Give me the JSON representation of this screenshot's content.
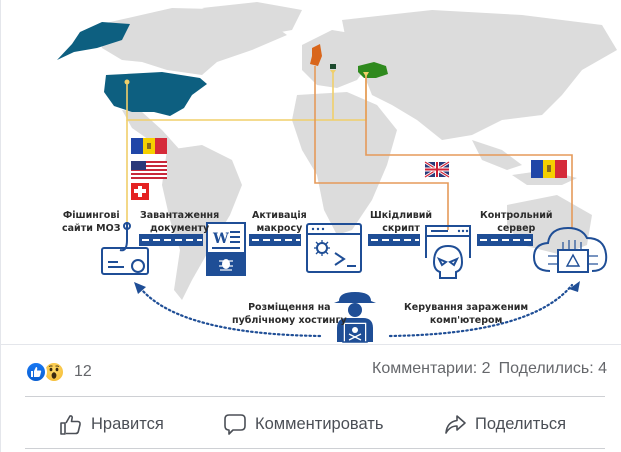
{
  "infographic": {
    "map_highlights": {
      "usa": "#0d5f80",
      "uk": "#d9661b",
      "ukraine": "#2f8a1e",
      "germany": "#1d4a2e"
    },
    "colors": {
      "icon_blue": "#1f4e96",
      "line_yellow": "#f0cf6a",
      "line_orange": "#e59a5a",
      "land_gray": "#dcdcdc"
    },
    "flags_left": [
      "moldova-flag",
      "usa-flag",
      "switzerland-flag"
    ],
    "flags_right": [
      {
        "name": "uk-flag"
      },
      {
        "name": "moldova-flag"
      }
    ],
    "steps": [
      {
        "id": "phishing",
        "label_line1": "Фішингові",
        "label_line2": "сайти МОЗ"
      },
      {
        "id": "download",
        "label_line1": "Завантаження",
        "label_line2": "документу"
      },
      {
        "id": "macro",
        "label_line1": "Активація",
        "label_line2": "макросу"
      },
      {
        "id": "script",
        "label_line1": "Шкідливий",
        "label_line2": "скрипт"
      },
      {
        "id": "c2",
        "label_line1": "Контрольний",
        "label_line2": "сервер"
      }
    ],
    "bottom_notes": {
      "left_line1": "Розміщення на",
      "left_line2": "публічному хостингу",
      "right_line1": "Керування зараженим",
      "right_line2": "комп'ютером"
    }
  },
  "reactions": {
    "icons": [
      "like-reaction",
      "wow-reaction"
    ],
    "count": "12"
  },
  "stats": {
    "comments": "Комментарии: 2",
    "shares": "Поделились: 4"
  },
  "actions": {
    "like": "Нравится",
    "comment": "Комментировать",
    "share": "Поделиться"
  }
}
